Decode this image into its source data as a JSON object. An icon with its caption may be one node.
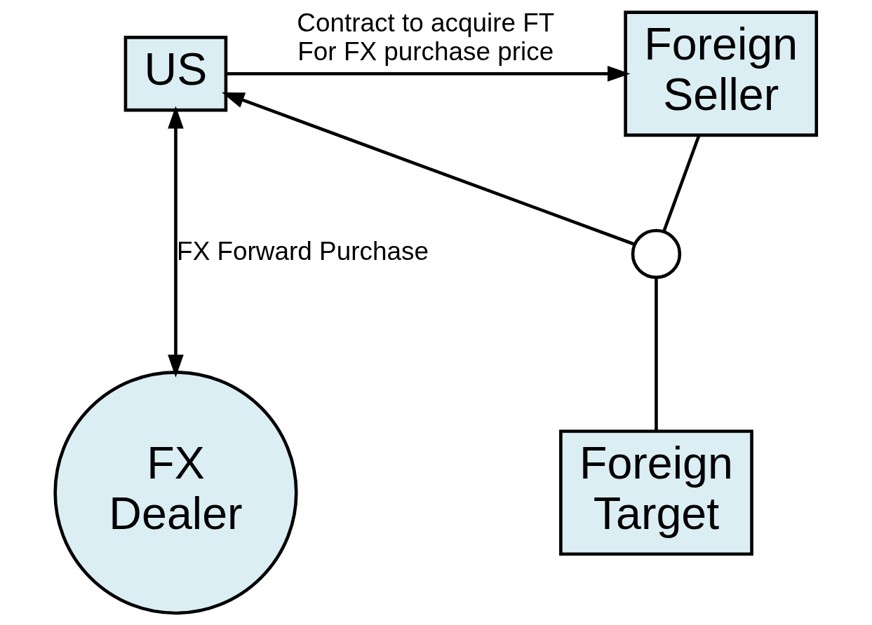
{
  "diagram": {
    "nodes": [
      {
        "text": [
          "US"
        ]
      },
      {
        "text": [
          "Foreign Seller"
        ]
      },
      {
        "text": [
          "Foreign Target"
        ]
      },
      {
        "text": [
          "FX Dealer"
        ]
      },
      {
        "text": [],
        "shape": "circle"
      }
    ],
    "edges": [
      {
        "from": 0,
        "to": 1,
        "arrow": "to",
        "label": "Contract to acquire FT For FX purchase price"
      },
      {
        "from": 4,
        "to": 0,
        "arrow": "to"
      },
      {
        "from": 1,
        "to": 4,
        "arrow": "none"
      },
      {
        "from": 4,
        "to": 2,
        "arrow": "none"
      },
      {
        "from": 0,
        "to": 3,
        "arrow": "both",
        "label": "FX Forward Purchase"
      }
    ]
  }
}
